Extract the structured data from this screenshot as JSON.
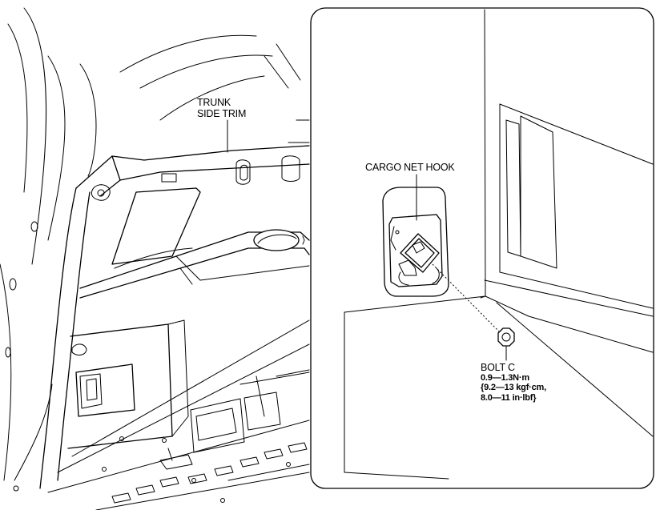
{
  "labels": {
    "trunk_side_trim": [
      "TRUNK",
      "SIDE TRIM"
    ],
    "cargo_net_hook": "CARGO NET HOOK",
    "bolt_c": {
      "name": "BOLT C",
      "torque_nm": "0.9—1.3N·m",
      "torque_kgf_cm": "{9.2—13 kgf·cm,",
      "torque_in_lbf": "8.0—11 in·lbf}"
    }
  }
}
